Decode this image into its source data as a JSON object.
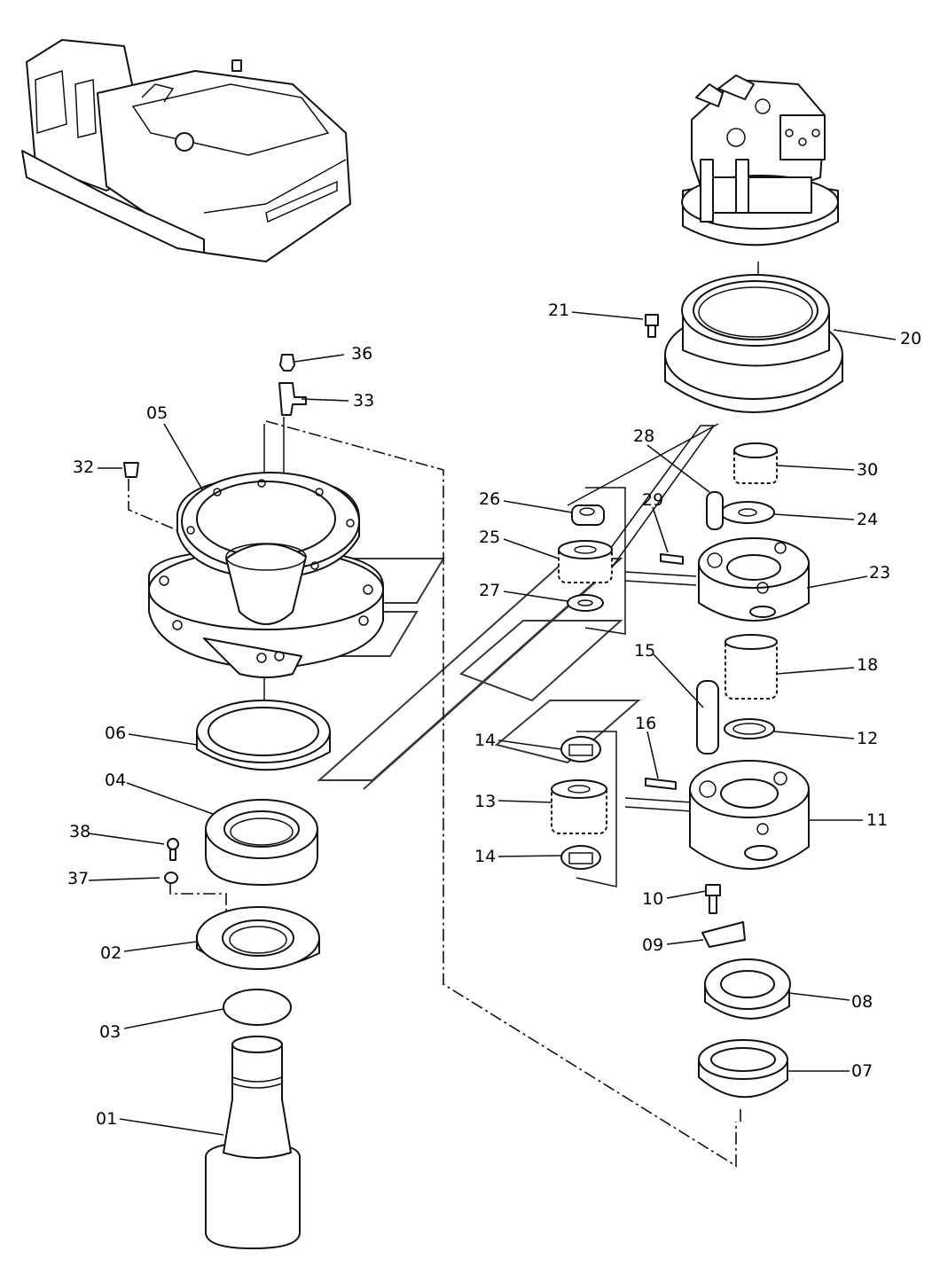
{
  "parts": [
    {
      "id": "p01",
      "number": "01"
    },
    {
      "id": "p02",
      "number": "02"
    },
    {
      "id": "p03",
      "number": "03"
    },
    {
      "id": "p04",
      "number": "04"
    },
    {
      "id": "p05",
      "number": "05"
    },
    {
      "id": "p06",
      "number": "06"
    },
    {
      "id": "p07",
      "number": "07"
    },
    {
      "id": "p08",
      "number": "08"
    },
    {
      "id": "p09",
      "number": "09"
    },
    {
      "id": "p10",
      "number": "10"
    },
    {
      "id": "p11",
      "number": "11"
    },
    {
      "id": "p12",
      "number": "12"
    },
    {
      "id": "p13",
      "number": "13"
    },
    {
      "id": "p14a",
      "number": "14"
    },
    {
      "id": "p14b",
      "number": "14"
    },
    {
      "id": "p15",
      "number": "15"
    },
    {
      "id": "p16",
      "number": "16"
    },
    {
      "id": "p18",
      "number": "18"
    },
    {
      "id": "p20",
      "number": "20"
    },
    {
      "id": "p21",
      "number": "21"
    },
    {
      "id": "p23",
      "number": "23"
    },
    {
      "id": "p24",
      "number": "24"
    },
    {
      "id": "p25",
      "number": "25"
    },
    {
      "id": "p26",
      "number": "26"
    },
    {
      "id": "p27",
      "number": "27"
    },
    {
      "id": "p28",
      "number": "28"
    },
    {
      "id": "p29",
      "number": "29"
    },
    {
      "id": "p30",
      "number": "30"
    },
    {
      "id": "p32",
      "number": "32"
    },
    {
      "id": "p33",
      "number": "33"
    },
    {
      "id": "p36",
      "number": "36"
    },
    {
      "id": "p37",
      "number": "37"
    },
    {
      "id": "p38",
      "number": "38"
    }
  ]
}
